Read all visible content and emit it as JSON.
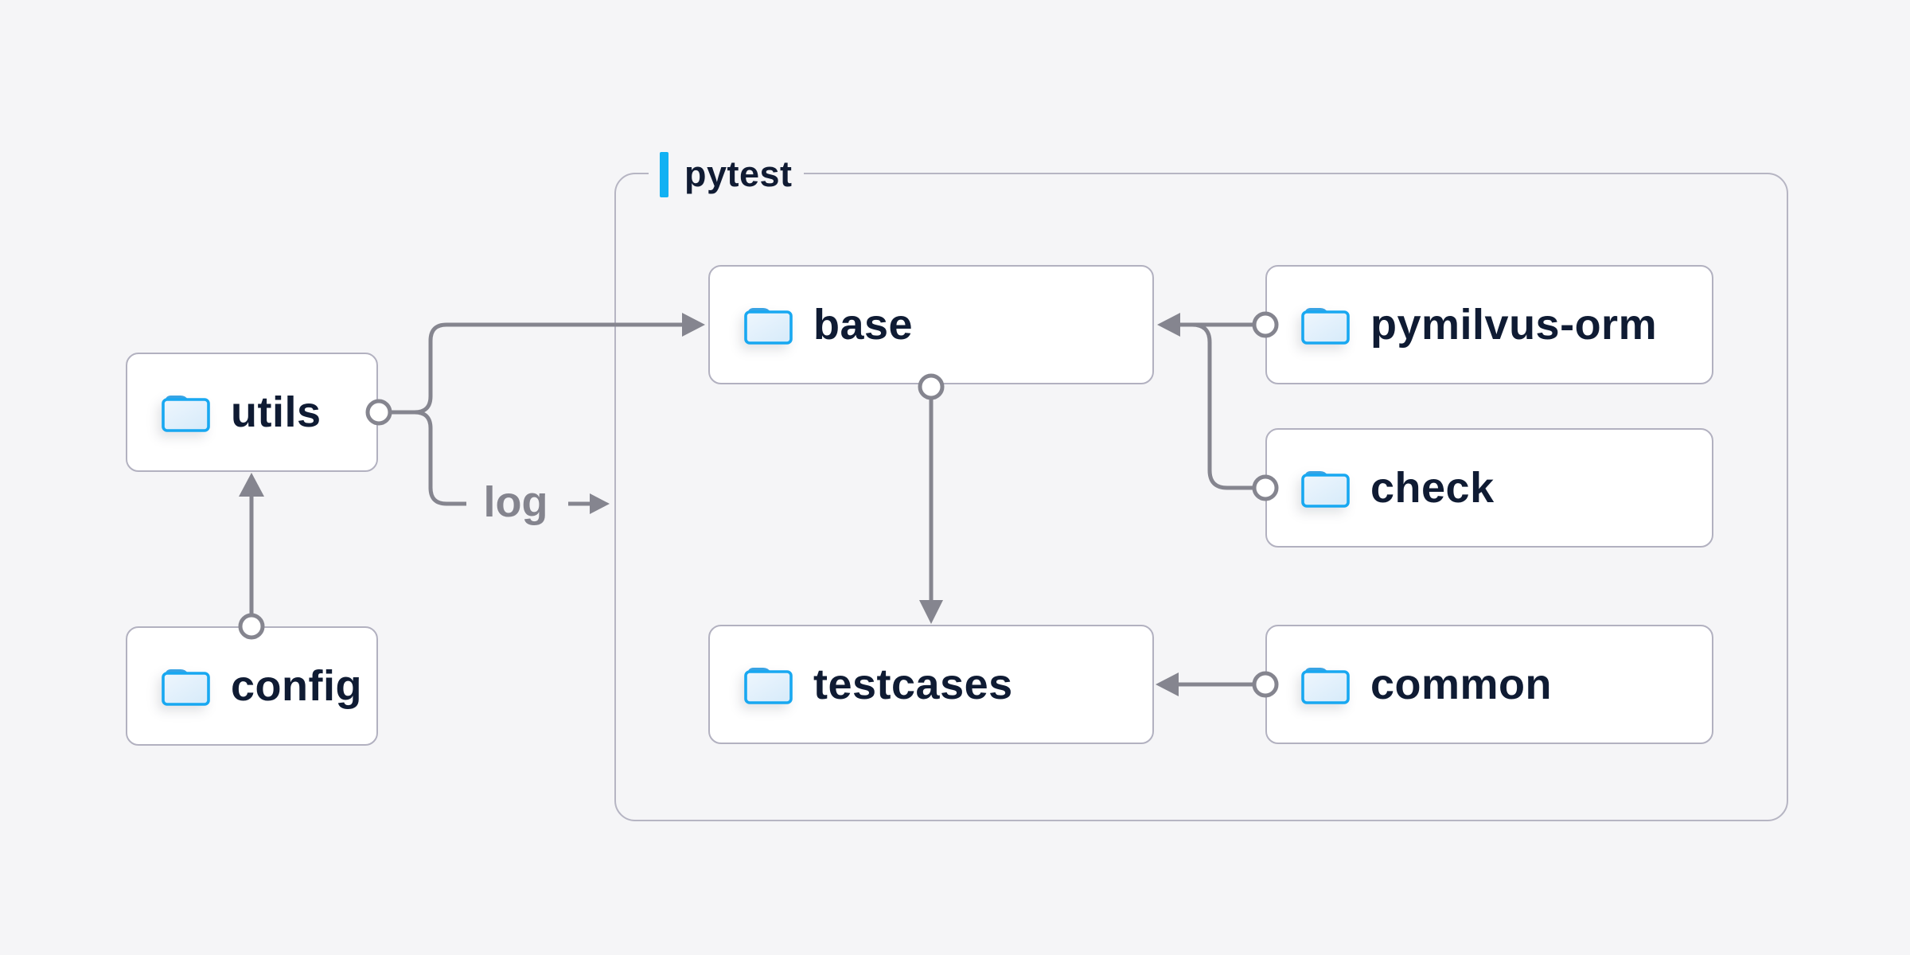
{
  "diagram": {
    "group": {
      "label": "pytest"
    },
    "nodes": {
      "utils": {
        "label": "utils"
      },
      "config": {
        "label": "config"
      },
      "base": {
        "label": "base"
      },
      "testcases": {
        "label": "testcases"
      },
      "pymilvus_orm": {
        "label": "pymilvus-orm"
      },
      "check": {
        "label": "check"
      },
      "common": {
        "label": "common"
      }
    },
    "edge_labels": {
      "log": "log"
    },
    "edges": [
      {
        "from": "config",
        "to": "utils",
        "style": "arrow-up"
      },
      {
        "from": "utils",
        "to": "base",
        "style": "arrow-right-into-group"
      },
      {
        "from": "utils",
        "to": "log",
        "style": "labeled-arrow-into-group"
      },
      {
        "from": "pymilvus_orm",
        "to": "base",
        "style": "arrow-left"
      },
      {
        "from": "check",
        "to": "base",
        "style": "arrow-left-merged"
      },
      {
        "from": "base",
        "to": "testcases",
        "style": "arrow-down"
      },
      {
        "from": "common",
        "to": "testcases",
        "style": "arrow-left"
      }
    ],
    "colors": {
      "background": "#f5f5f7",
      "node_fill": "#ffffff",
      "node_border": "#b2b1c0",
      "group_border": "#b6b5c3",
      "connector": "#85858f",
      "node_text": "#0f1b33",
      "muted_text": "#84848e",
      "accent_blue": "#12b1f3",
      "folder_outline": "#18a8f1",
      "folder_tab": "#38a3e4",
      "folder_fill_top": "#eef6fd",
      "folder_fill_bottom": "#d7ebfa"
    }
  }
}
